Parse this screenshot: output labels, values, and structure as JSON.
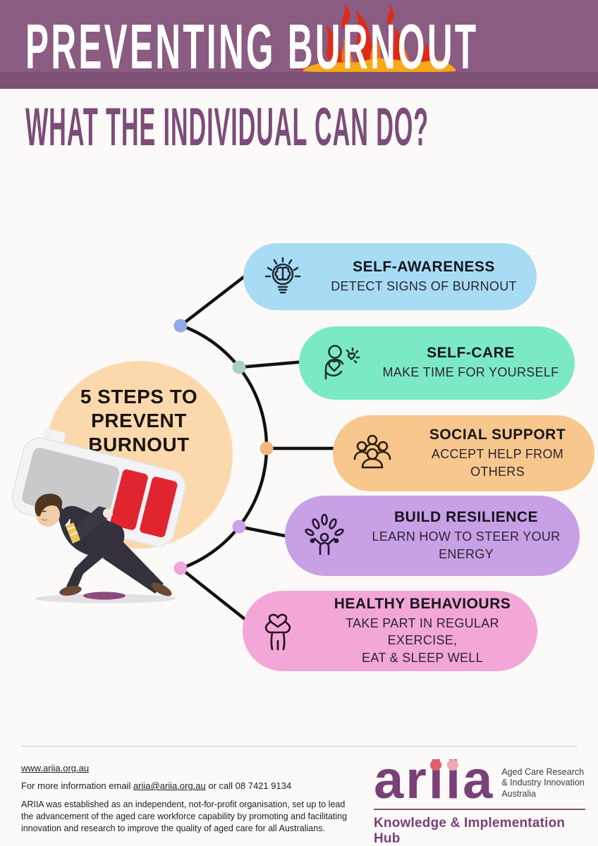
{
  "header": {
    "title": "PREVENTING BURNOUT",
    "band_color": "#8b5c81",
    "subtitle": "WHAT THE INDIVIDUAL CAN DO?",
    "subtitle_color": "#7c4c79",
    "flame_colors": {
      "red": "#df2a17",
      "orange": "#f2711c",
      "yellow": "#f7a919"
    }
  },
  "center": {
    "title": "5 STEPS TO\nPREVENT\nBURNOUT",
    "circle_color": "#fcd9ac"
  },
  "steps": [
    {
      "title": "SELF-AWARENESS",
      "subtitle": "DETECT SIGNS OF BURNOUT",
      "bg": "#a7dcf4",
      "dot": "#93a8ea",
      "icon": "lightbulb-brain-icon"
    },
    {
      "title": "SELF-CARE",
      "subtitle": "MAKE TIME FOR YOURSELF",
      "bg": "#7ce9c6",
      "dot": "#a6d2c0",
      "icon": "person-hugging-heart-icon"
    },
    {
      "title": "SOCIAL SUPPORT",
      "subtitle": "ACCEPT HELP FROM OTHERS",
      "bg": "#f8c78d",
      "dot": "#f2b97e",
      "icon": "people-group-icon"
    },
    {
      "title": "BUILD RESILIENCE",
      "subtitle": "LEARN HOW TO STEER YOUR\nENERGY",
      "bg": "#c8a0e6",
      "dot": "#c9a2ea",
      "icon": "growth-person-icon"
    },
    {
      "title": "HEALTHY BEHAVIOURS",
      "subtitle": "TAKE PART IN REGULAR EXERCISE,\nEAT & SLEEP WELL",
      "bg": "#f3a6d8",
      "dot": "#f1a6de",
      "icon": "heart-head-person-icon"
    }
  ],
  "footer": {
    "website": "www.ariia.org.au",
    "info_prefix": "For more information email ",
    "email": "ariia@ariia.org.au",
    "info_suffix": " or call 08 7421 9134",
    "about": "ARIIA was established as an independent, not-for-profit organisation, set up to lead the advancement of the aged care workforce capability by promoting and facilitating innovation and research to improve the quality of aged care for all Australians.",
    "logo": {
      "wordmark": "ariia",
      "tagline": "Aged Care Research\n& Industry Innovation\nAustralia",
      "hub": "Knowledge & Implementation Hub",
      "purple": "#7a4077",
      "dot_red": "#e45d6b",
      "dot_pink": "#f0aab5"
    }
  }
}
